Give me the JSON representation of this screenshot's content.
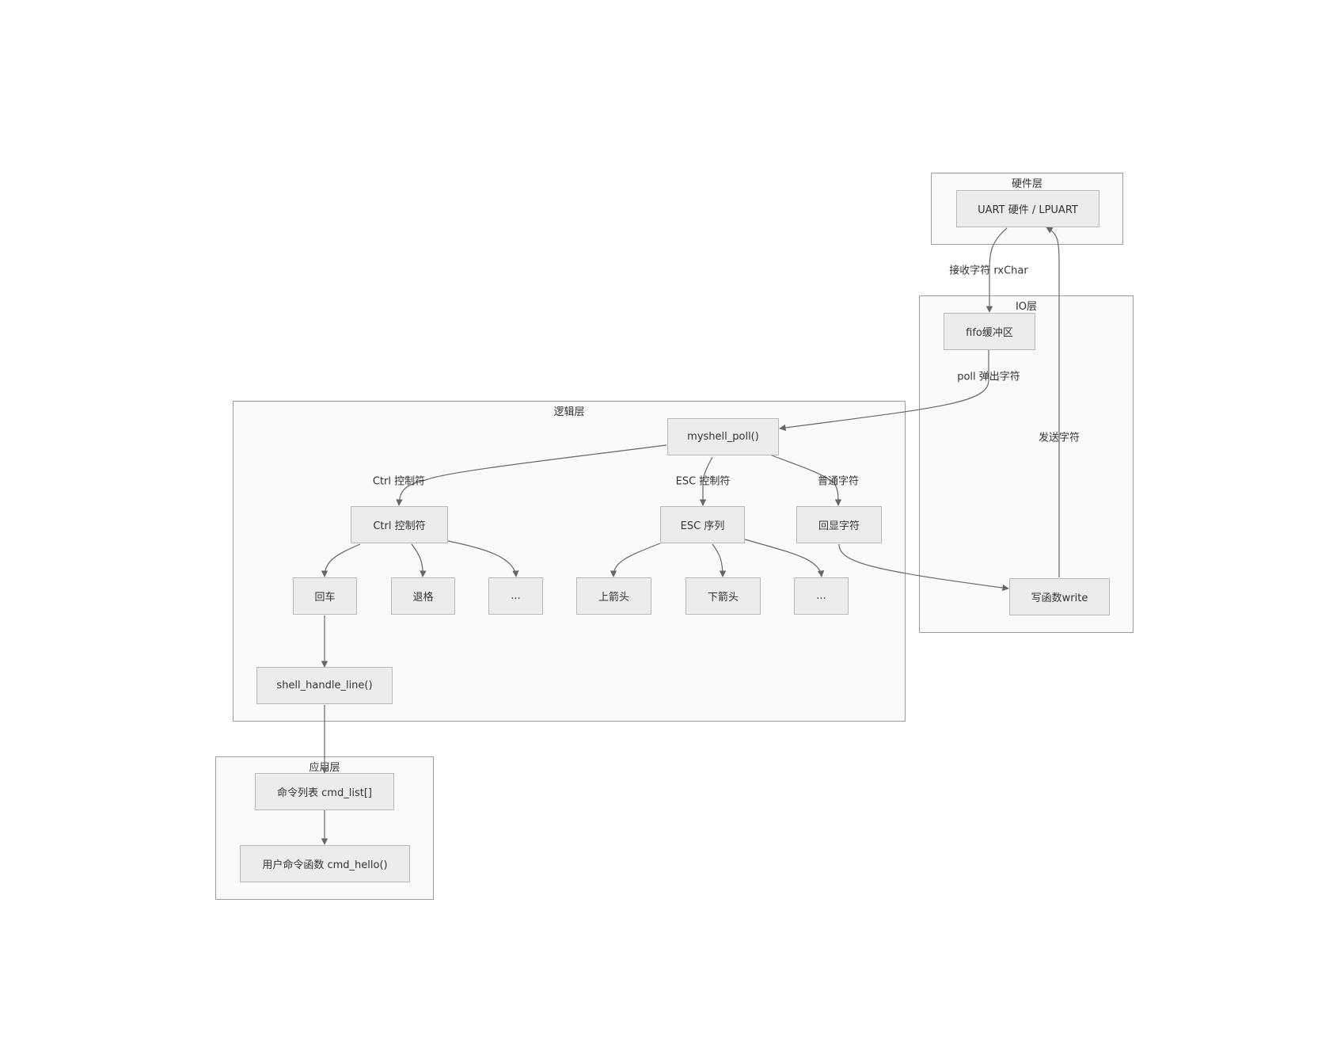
{
  "clusters": {
    "hardware": {
      "title": "硬件层"
    },
    "io": {
      "title": "IO层"
    },
    "logic": {
      "title": "逻辑层"
    },
    "app": {
      "title": "应用层"
    }
  },
  "nodes": {
    "uart": "UART 硬件 / LPUART",
    "fifo": "fifo缓冲区",
    "write": "写函数write",
    "poll": "myshell_poll()",
    "ctrl": "Ctrl 控制符",
    "esc": "ESC 序列",
    "echo": "回显字符",
    "enter": "回车",
    "backspace": "退格",
    "ctrl_more": "...",
    "up": "上箭头",
    "down": "下箭头",
    "esc_more": "...",
    "handle_line": "shell_handle_line()",
    "cmd_list": "命令列表 cmd_list[]",
    "cmd_hello": "用户命令函数 cmd_hello()"
  },
  "edge_labels": {
    "rx": "接收字符 rxChar",
    "pop": "poll 弹出字符",
    "send": "发送字符",
    "ctrl": "Ctrl 控制符",
    "esc": "ESC 控制符",
    "normal": "普通字符"
  },
  "colors": {
    "cluster_fill": "#fafafa",
    "cluster_border": "#9e9e9e",
    "node_fill": "#ececec",
    "node_border": "#b8b8b8",
    "edge": "#666666",
    "text": "#333333"
  }
}
